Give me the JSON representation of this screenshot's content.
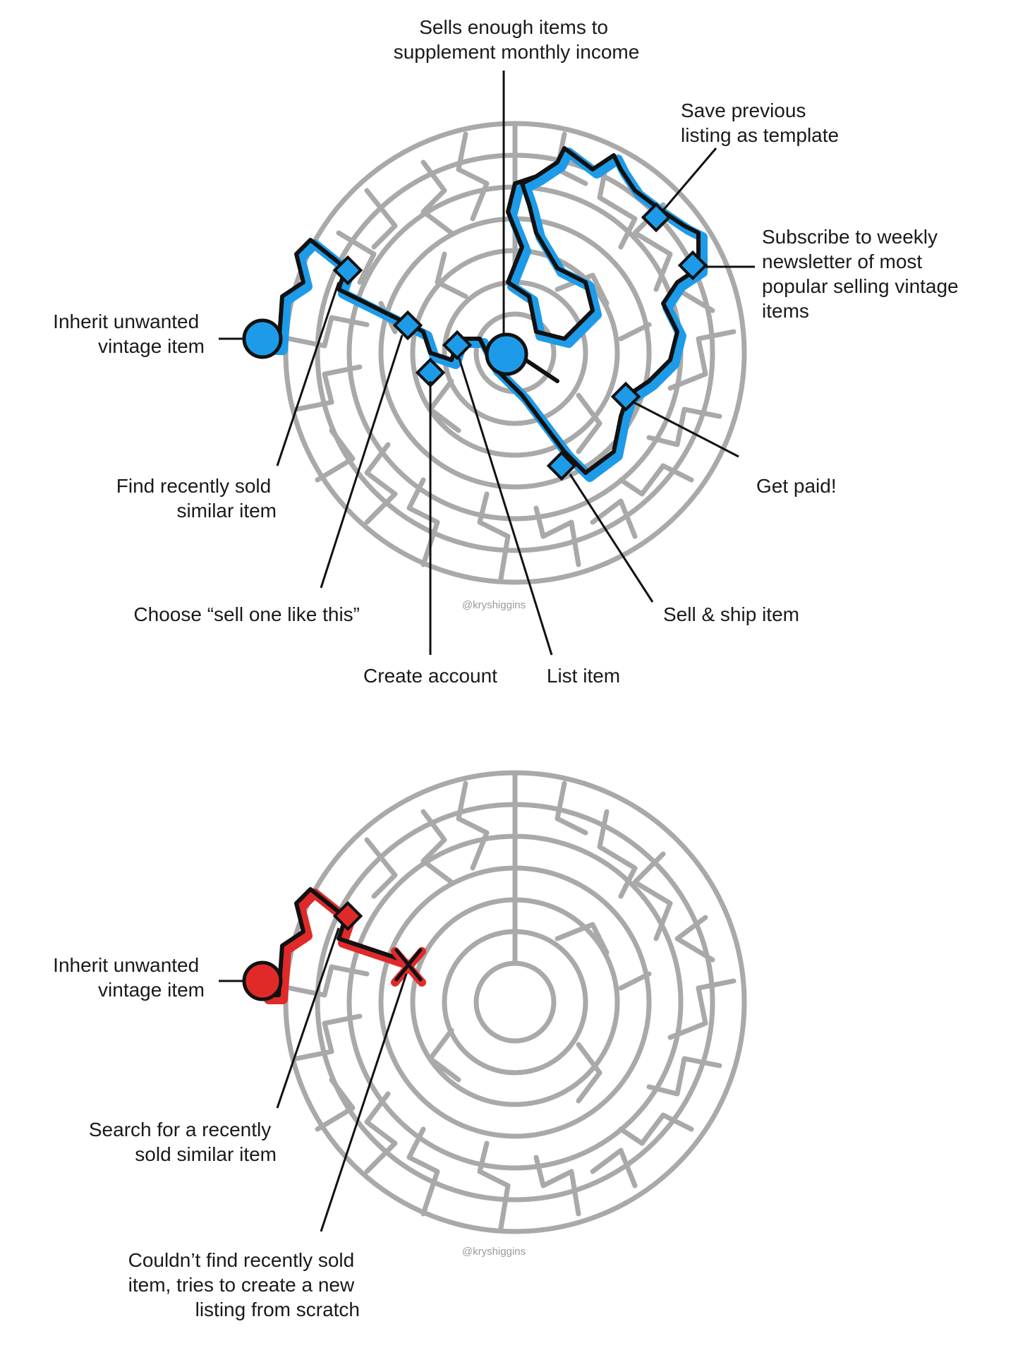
{
  "colors": {
    "success_path": "#1e9be8",
    "failure_path": "#e02a2a",
    "maze_wall": "#a9a9a9",
    "ink": "#111111"
  },
  "success_map": {
    "goal": [
      "Sells enough items to",
      "supplement monthly income"
    ],
    "steps": {
      "inherit": [
        "Inherit unwanted",
        "vintage item"
      ],
      "find_sold": [
        "Find recently sold",
        "similar item"
      ],
      "choose": [
        "Choose “sell one like this”"
      ],
      "create_account": [
        "Create account"
      ],
      "list_item": [
        "List item"
      ],
      "sell_ship": [
        "Sell & ship item"
      ],
      "get_paid": [
        "Get paid!"
      ],
      "subscribe": [
        "Subscribe to weekly",
        "newsletter of most",
        "popular selling vintage",
        "items"
      ],
      "save_template": [
        "Save previous",
        "listing as template"
      ]
    },
    "credit": "@kryshiggins"
  },
  "failure_map": {
    "steps": {
      "inherit": [
        "Inherit unwanted",
        "vintage item"
      ],
      "search": [
        "Search for a recently",
        "sold similar item"
      ],
      "fail": [
        "Couldn’t find recently sold",
        "item, tries to create a new",
        "listing from scratch"
      ]
    },
    "credit": "@kryshiggins"
  }
}
